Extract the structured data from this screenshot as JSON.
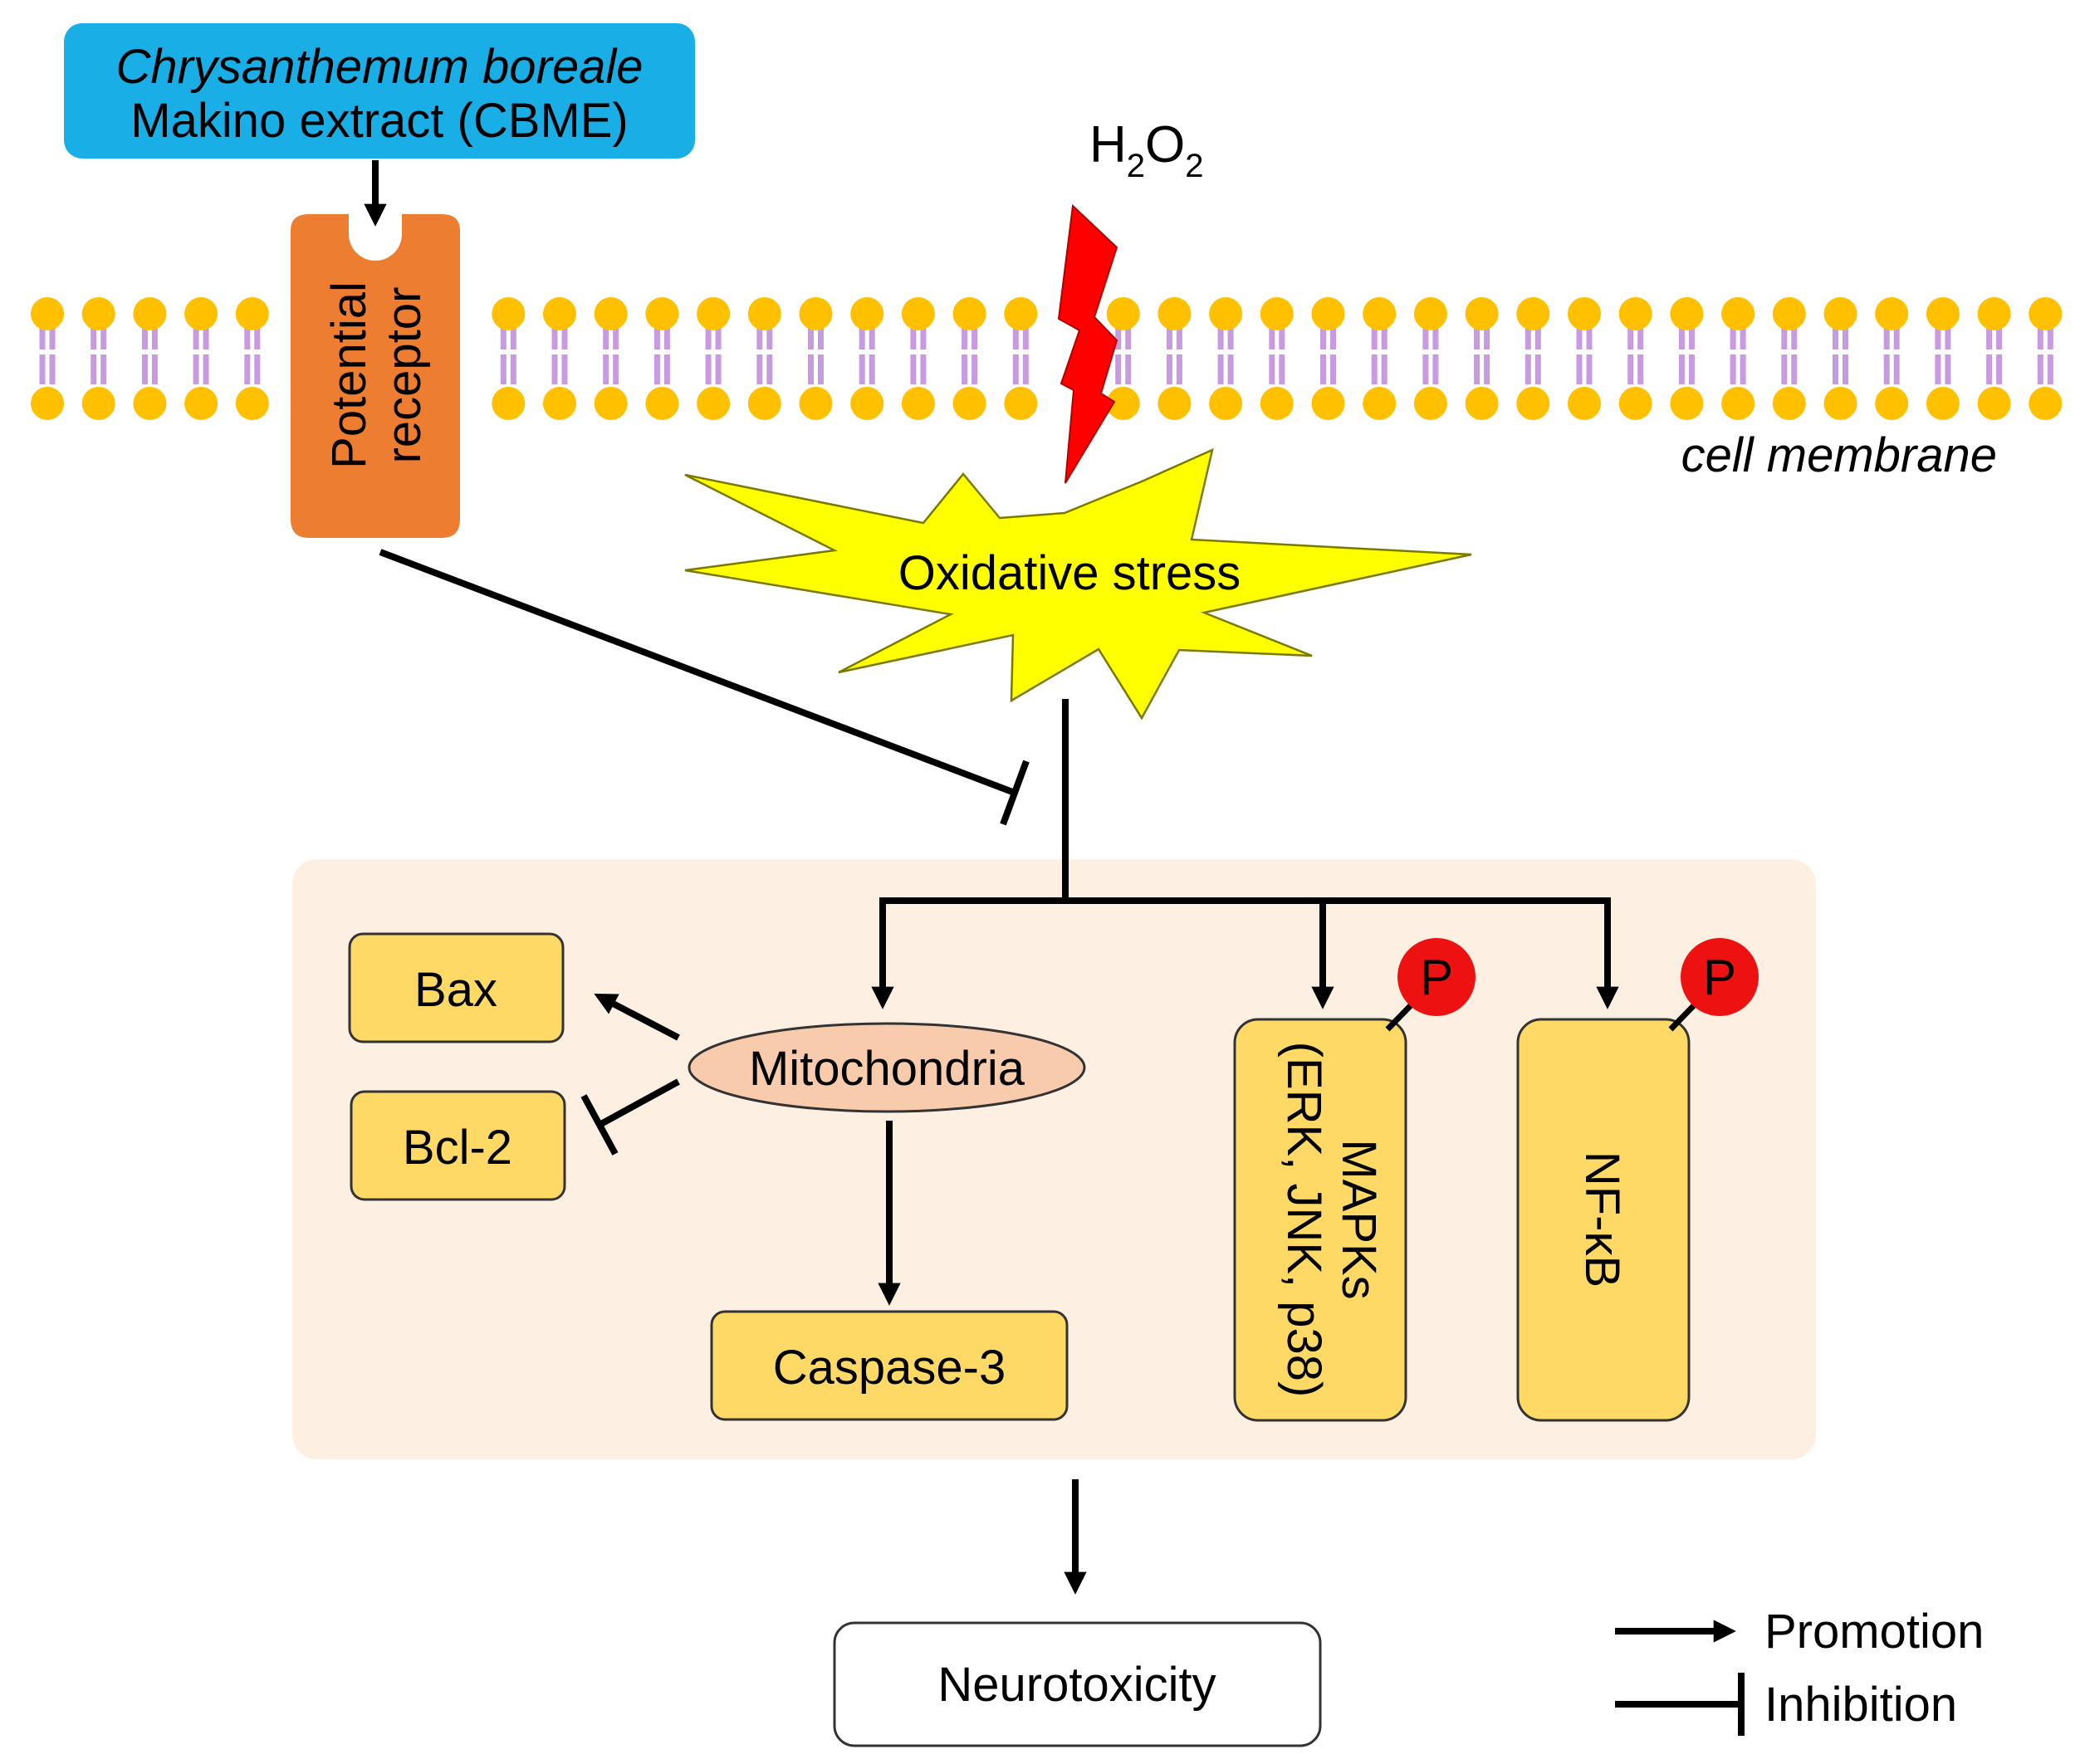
{
  "extract": {
    "name_italic": "Chrysanthemum boreale",
    "name_rest": "Makino extract (CBME)"
  },
  "receptor": {
    "line1": "Potential",
    "line2": "receptor"
  },
  "h2o2": {
    "h": "H",
    "sub1": "2",
    "o": "O",
    "sub2": "2"
  },
  "membrane_label": "cell membrane",
  "oxidative_stress": "Oxidative stress",
  "nodes": {
    "bax": "Bax",
    "bcl2": "Bcl-2",
    "mitochondria": "Mitochondria",
    "caspase3": "Caspase-3",
    "mapks_line1": "MAPKs",
    "mapks_line2": "(ERK, JNK, p38)",
    "nfkb": "NF-κB",
    "phospho": "P",
    "neurotoxicity": "Neurotoxicity"
  },
  "legend": {
    "promotion": "Promotion",
    "inhibition": "Inhibition"
  },
  "colors": {
    "extract_box": "#1aaee6",
    "receptor": "#ed7d31",
    "lipid_head": "#ffc000",
    "lipid_tail": "#c89be0",
    "lightning": "#ff0000",
    "starburst": "#ffff00",
    "cell_region": "#fdf0e3",
    "protein_box": "#ffd966",
    "mitochondria": "#f8cbad",
    "phospho": "#ee1111"
  }
}
